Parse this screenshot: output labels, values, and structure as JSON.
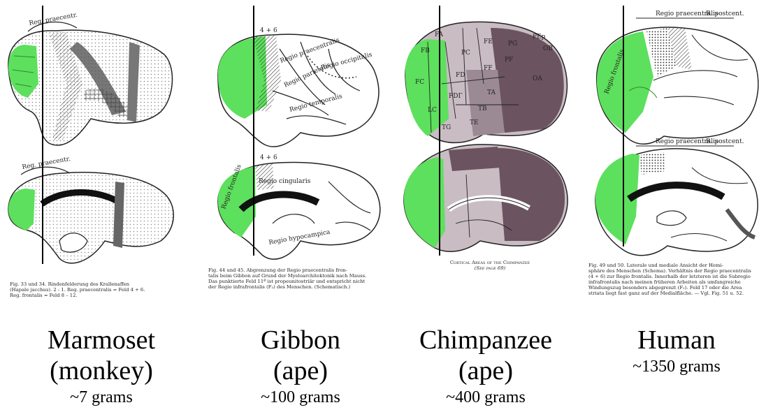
{
  "colors": {
    "highlight": "#5de05d",
    "ink": "#1a1a1a",
    "dark_area": "#6b5360",
    "mid_area": "#9b8a93"
  },
  "panels": [
    {
      "id": "marmoset",
      "top_label": "Reg. praecentr.",
      "bottom_label": "Reg. praecentr.",
      "caption_line1": "Fig. 33 und 34.  Rindenfelderung des Krallenaffen",
      "caption_line2": "(Hapale jacchus).  2 : 1.  Reg. praecentralis = Feld 4 + 6.",
      "caption_line3": "Reg. frontalis = Feld 8 – 12.",
      "name": "Marmoset",
      "type": "(monkey)",
      "weight": "~7 grams"
    },
    {
      "id": "gibbon",
      "top_label": "4 + 6",
      "bottom_label": "4 + 6",
      "region_labels": [
        "Regio praecentralis",
        "Regio occipitalis",
        "Regio parietalis",
        "Regio temporalis",
        "Regio cingularis",
        "Regio hypocampica",
        "Regio frontalis"
      ],
      "caption_line1": "Fig. 44 und 45.  Abgrenzung der Regio praecentralis fron-",
      "caption_line2": "talis beim Gibbon auf Grund der Myeloarchitektonik nach Mauss.",
      "caption_line3": "Das punktierte Feld 11ª ist propeunitostriär und entspricht nicht",
      "caption_line4": "der Regio infrafrontalis (F₂) des Menschen.  (Schematisch.)",
      "name": "Gibbon",
      "type": "(ape)",
      "weight": "~100 grams"
    },
    {
      "id": "chimpanzee",
      "area_labels": [
        "FA",
        "FB",
        "PC",
        "FD",
        "FE",
        "FF",
        "TA",
        "TB",
        "OA",
        "OB",
        "PF",
        "PG",
        "TE",
        "FC",
        "FDΓ",
        "LC",
        "PEp",
        "TG"
      ],
      "caption_line1": "Cortical Areas of the Chimpanzee",
      "caption_line2": "(See page 69)",
      "name": "Chimpanzee",
      "type": "(ape)",
      "weight": "~400 grams"
    },
    {
      "id": "human",
      "top_label": "Regio praecentralis",
      "top_label_2": "R. postcent.",
      "bottom_label": "Regio praecentralis",
      "bottom_label_2": "R. postcent.",
      "region_label": "Regio frontalis",
      "caption_line1": "Fig. 49 und 50.  Laterale und mediale Ansicht der Hemi-",
      "caption_line2": "sphäre des Menschen (Schema).  Verhältnis der Regio praecentralis",
      "caption_line3": "(4 + 6) zur Regio frontalis.  Innerhalb der letzteren ist die Subregio",
      "caption_line4": "infrafrontalis nach meinen früheren Arbeiten als umfangreiche",
      "caption_line5": "Windungszug besonders abgegrenzt (F₂).  Feld 17 oder die Area",
      "caption_line6": "striata liegt fast ganz auf der Medialfläche. — Vgl. Fig. 51 u. 52.",
      "name": "Human",
      "weight": "~1350 grams"
    }
  ]
}
